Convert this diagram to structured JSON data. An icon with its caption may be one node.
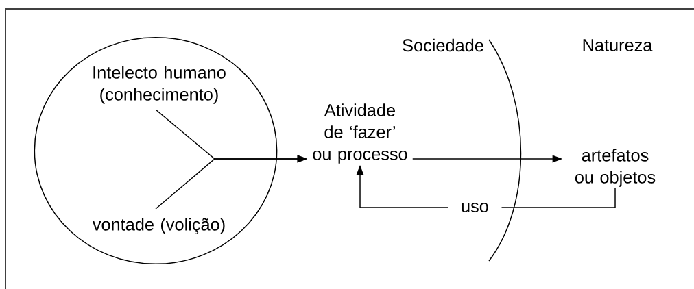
{
  "diagram": {
    "nodes": [
      {
        "text": [],
        "shape": "circle"
      },
      {
        "text": [
          "Intelecto humano (conhecimento)"
        ],
        "in": 0
      },
      {
        "text": [
          "vontade (volição)"
        ],
        "in": 0
      },
      {
        "text": [
          "Atividade de ‘fazer’ ou processo"
        ]
      },
      {
        "text": [
          "artefatos ou objetos"
        ]
      }
    ],
    "edges": [
      {
        "from": 1,
        "to": 3,
        "arrow": "to"
      },
      {
        "from": 2,
        "to": 3,
        "arrow": "to"
      },
      {
        "from": 3,
        "to": 4,
        "arrow": "to"
      },
      {
        "from": 4,
        "to": 3,
        "arrow": "to",
        "label": "uso"
      }
    ],
    "labels": [
      "Sociedade",
      "Natureza"
    ]
  }
}
